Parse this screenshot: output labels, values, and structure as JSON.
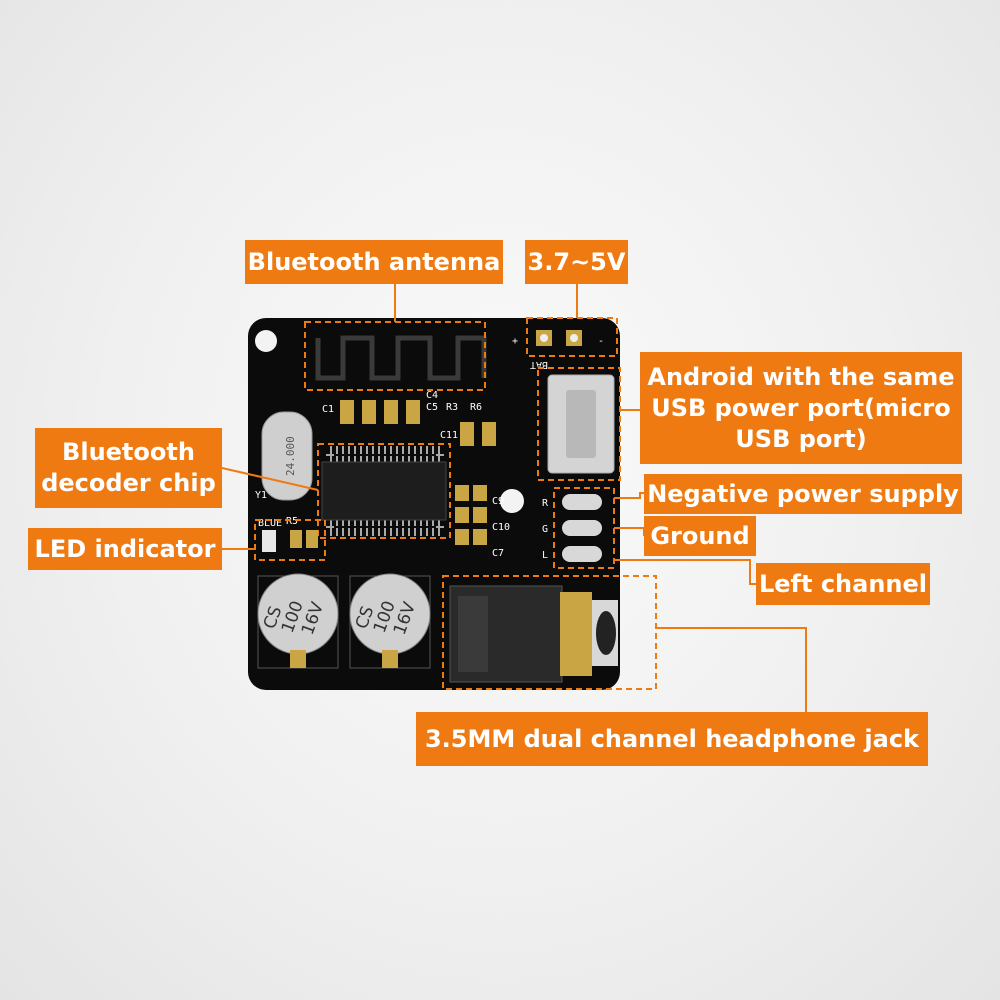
{
  "labels": {
    "antenna": "Bluetooth antenna",
    "voltage": "3.7~5V",
    "usb": "Android with the same\nUSB power port(micro\nUSB port)",
    "decoder": "Bluetooth\ndecoder chip",
    "led": "LED indicator",
    "negative": "Negative power supply",
    "ground": "Ground",
    "left": "Left channel",
    "jack": "3.5MM dual channel headphone jack"
  },
  "pcb": {
    "bat": "BAT",
    "plus": "+",
    "minus": "-",
    "crystal": "24.000",
    "c1": "C1",
    "c4": "C4",
    "c5": "C5",
    "r3": "R3",
    "r6": "R6",
    "c11": "C11",
    "r_pin": "R",
    "g_pin": "G",
    "l_pin": "L",
    "blue": "BLUE",
    "y1": "Y1",
    "r5": "R5",
    "c7": "C7",
    "c10": "C10",
    "c9": "C9",
    "cap1_lines": [
      "CS",
      "100",
      "16V"
    ],
    "cap2_lines": [
      "CS",
      "100",
      "16V"
    ]
  },
  "colors": {
    "accent": "#f07a12",
    "board": "#0b0b0b",
    "gold": "#c9a544"
  }
}
